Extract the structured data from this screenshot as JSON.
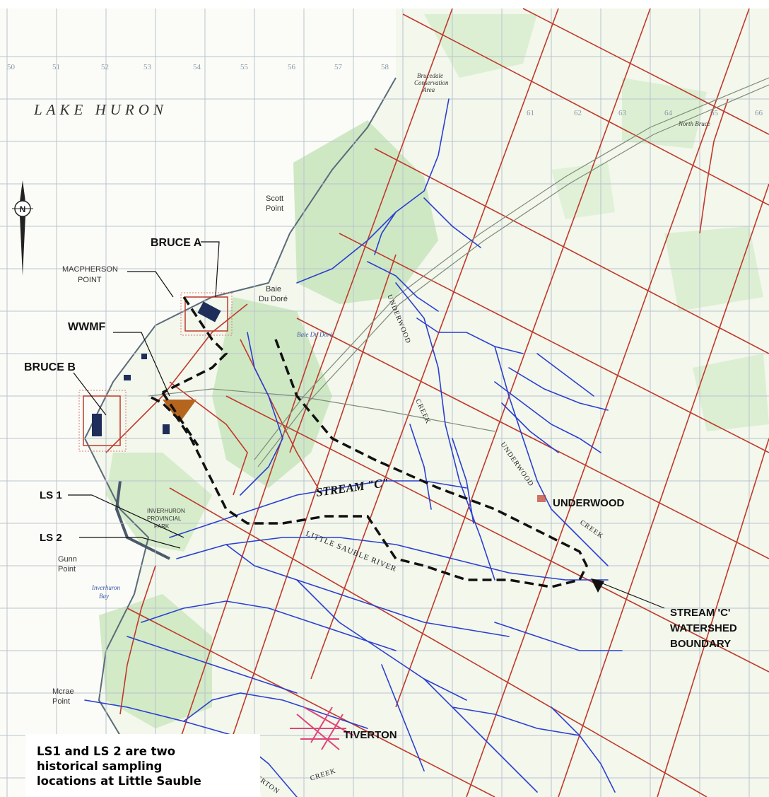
{
  "map": {
    "lake_label": "LAKE HURON",
    "north_symbol": "N",
    "grid_labels": [
      "50",
      "51",
      "52",
      "53",
      "54",
      "55",
      "56",
      "57",
      "58",
      "61",
      "62",
      "63",
      "64",
      "65",
      "66"
    ],
    "places": {
      "bruce_a": "BRUCE A",
      "bruce_b": "BRUCE B",
      "wwmf": "WWMF",
      "macpherson_1": "MACPHERSON",
      "macpherson_2": "POINT",
      "ls1": "LS 1",
      "ls2": "LS 2",
      "scott_1": "Scott",
      "scott_2": "Point",
      "baie_1": "Baie",
      "baie_2": "Du Doré",
      "baie_small": "Baie Du Doré",
      "gunn_1": "Gunn",
      "gunn_2": "Point",
      "mcrae_1": "Mcrae",
      "mcrae_2": "Point",
      "inverhuron_bay_1": "Inverhuron",
      "inverhuron_bay_2": "Bay",
      "inverhuron_park_1": "INVERHURON",
      "inverhuron_park_2": "PROVINCIAL",
      "inverhuron_park_3": "PARK",
      "underwood": "UNDERWOOD",
      "tiverton": "TIVERTON",
      "stream_c": "STREAM \"C\"",
      "little_sauble": "LITTLE SAUBLE RIVER",
      "underwood_creek_1": "UNDERWOOD",
      "underwood_creek_2": "CREEK",
      "underwood_creek_3": "UNDERWOOD",
      "creek_underwood": "CREEK",
      "tiverton_creek_1": "TIVERTON",
      "tiverton_creek_2": "CREEK",
      "north_bruce": "North Bruce",
      "brucedale_1": "Brucedale",
      "brucedale_2": "Conservation",
      "brucedale_3": "Area",
      "watershed_1": "STREAM 'C'",
      "watershed_2": "WATERSHED",
      "watershed_3": "BOUNDARY"
    }
  },
  "note": {
    "line1": "LS1 and LS 2 are two",
    "line2": "historical sampling",
    "line3": "locations at Little Sauble"
  },
  "colors": {
    "river": "#2b3fd0",
    "road": "#c0392b",
    "boundary": "#111111",
    "green_area": "#cfe8c4",
    "waste_site": "#b5651d"
  }
}
